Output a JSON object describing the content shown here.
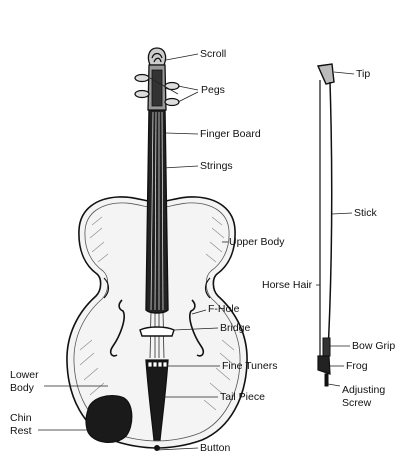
{
  "diagram": {
    "labels": {
      "scroll": "Scroll",
      "pegs": "Pegs",
      "finger_board": "Finger Board",
      "strings": "Strings",
      "upper_body": "Upper Body",
      "f_hole": "F-Hole",
      "bridge": "Bridge",
      "fine_tuners": "Fine Tuners",
      "tail_piece": "Tail Piece",
      "button": "Button",
      "lower_body_1": "Lower",
      "lower_body_2": "Body",
      "chin_rest_1": "Chin",
      "chin_rest_2": "Rest",
      "tip": "Tip",
      "stick": "Stick",
      "horse_hair": "Horse Hair",
      "bow_grip": "Bow Grip",
      "frog": "Frog",
      "adjusting_screw_1": "Adjusting",
      "adjusting_screw_2": "Screw"
    }
  }
}
